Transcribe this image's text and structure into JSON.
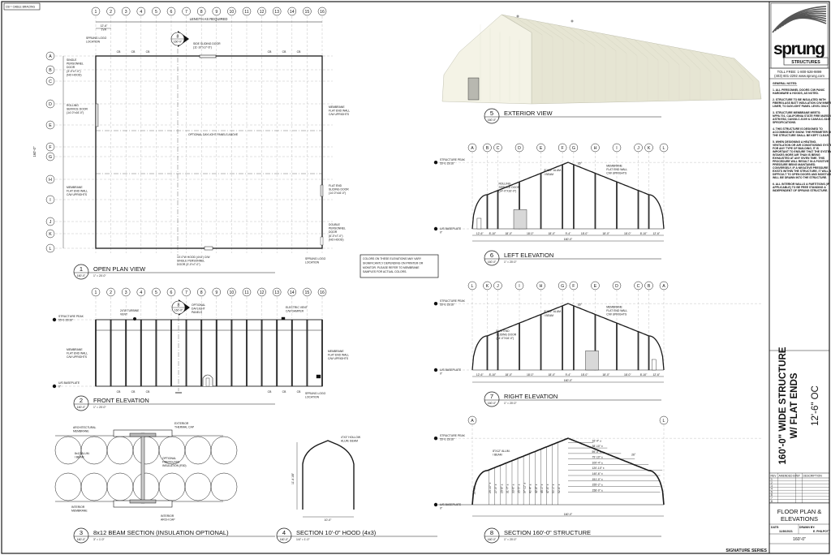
{
  "legend_box": "CB = CABLE BRACING",
  "grid_cols": [
    "1",
    "2",
    "3",
    "4",
    "5",
    "6",
    "7",
    "8",
    "9",
    "10",
    "11",
    "12",
    "13",
    "14",
    "15",
    "16"
  ],
  "grid_rows": [
    "A",
    "B",
    "C",
    "D",
    "E",
    "F",
    "G",
    "H",
    "I",
    "J",
    "K",
    "L"
  ],
  "grid_rows_reversed": [
    "L",
    "K",
    "J",
    "I",
    "H",
    "G",
    "F",
    "E",
    "D",
    "C",
    "B",
    "A"
  ],
  "cb": "CB",
  "section_ref": {
    "number": "8",
    "sheet": "160'-0\""
  },
  "plan": {
    "length": "LENGTH AS REQUIRED",
    "typ": [
      "12'-6\"",
      "TYP."
    ],
    "overall": "160'-0\"",
    "notes": [
      [
        "SPRUNG LOGO",
        "LOCATION"
      ],
      [
        "SIDE SLIDING DOOR",
        "(11'-10\"x17'-6\")"
      ],
      [
        "SINGLE",
        "PERSONNEL",
        "DOOR",
        "(3'-0\"x7'-0\")",
        "(NO HOOD)"
      ],
      [
        "ROLLING",
        "SERVICE DOOR",
        "(14'-0\"x16'-0\")"
      ],
      [
        "OPTIONAL DAYLIGHT PANELS ABOVE"
      ],
      [
        "MEMBRANE",
        "FLAT END WALL",
        "C/W UPRIGHTS"
      ],
      [
        "MEMBRANE",
        "FLAT END WALL",
        "C/W UPRIGHTS"
      ],
      [
        "FLAT END",
        "SLIDING DOOR",
        "(14'-0\"x16'-0\")"
      ],
      [
        "DOUBLE",
        "PERSONNEL",
        "DOOR",
        "(6'-0\"x7'-0\")",
        "(NO HOOD)"
      ],
      [
        "10'-0\"W HOOD (4'x3') C/W",
        "SINGLE PERSONNEL",
        "DOOR (3'-0\"x7'-0\")"
      ],
      [
        "SPRUNG LOGO",
        "LOCATION"
      ]
    ]
  },
  "front": {
    "peak": [
      "STRUCTURE PEAK",
      "55'-6 15/16\""
    ],
    "base": [
      "U/S BASEPLATE",
      "0\""
    ],
    "notes": [
      [
        "24\"Ø TURBINE",
        "VENT"
      ],
      [
        "OPTIONAL",
        "DAYLIGHT",
        "PANELS"
      ],
      [
        "ELECTRIC VENT",
        "C/W DAMPER"
      ],
      [
        "MEMBRANE",
        "FLAT END WALL",
        "C/W UPRIGHTS"
      ],
      [
        "MEMBRANE",
        "FLAT END WALL",
        "C/W UPRIGHTS"
      ],
      [
        "SPRUNG LOGO",
        "LOCATION"
      ]
    ]
  },
  "color_note": [
    "COLORS ON THESE ELEVATIONS MAY VARY",
    "SIGNIFICANTLY DEPENDING ON PRINTER OR",
    "MONITOR. PLEASE REFER TO MEMBRANE",
    "SAMPLES FOR ACTUAL COLORS."
  ],
  "elevation": {
    "peak": [
      "STRUCTURE PEAK",
      "55'-6 15/16\""
    ],
    "base": [
      "U/S BASEPLATE",
      "0\""
    ],
    "angle": "26°",
    "dims": [
      "12'-6\"",
      "8'-10\"",
      "18'-0\"",
      "18'-0\"",
      "18'-0\"",
      "9'-4\"",
      "18'-0\"",
      "18'-0\"",
      "18'-0\"",
      "8'-10\"",
      "12'-6\""
    ],
    "overall": "160'-0\"",
    "left_notes": [
      [
        "8\"X12\" ALUM.",
        "I BEAM"
      ],
      [
        "ROLLING",
        "SERVICE DOOR",
        "(14'-0\"X16'-0\")"
      ],
      [
        "MEMBRANE",
        "FLAT END WALL",
        "C/W UPRIGHTS"
      ]
    ],
    "right_notes": [
      [
        "8\"X12\" ALUM.",
        "I BEAM"
      ],
      [
        "FLAT END",
        "SLIDING DOOR",
        "(14'-0\"X16'-0\")"
      ],
      [
        "MEMBRANE",
        "FLAT END WALL",
        "C/W UPRIGHTS"
      ]
    ]
  },
  "section": {
    "beam": [
      "8\"X12\" ALUM.",
      "I BEAM"
    ],
    "angle": "26°",
    "overall": "160'-0\"",
    "side_height": "18'-11\"",
    "heights": [
      "25'-10\" ±",
      "27'-9\" ±",
      "29'-8\" ±",
      "31'-7\" ±",
      "33'-6\" ±",
      "35'-5\" ±",
      "37'-11\" ±",
      "40'-4\" ±",
      "42'-8\" ±",
      "45'-1\" ±",
      "47'-6\" ±",
      "50'-1\" ±",
      "52'-6\" ±"
    ],
    "widths": [
      "16'-4\" ±",
      "38'-10\" ±",
      "59'-4\" ±",
      "79'-10\" ±",
      "100'-4\" ±",
      "120'-10\" ±",
      "140'-6\" ±",
      "151'-0\" ±",
      "155'-2\" ±",
      "158'-0\" ±"
    ]
  },
  "beam_section": {
    "notes": [
      [
        "ARCHITECTURAL",
        "MEMBRANE"
      ],
      [
        "EXTERIOR",
        "THERMAL CAP"
      ],
      [
        "8x12 ALUM.",
        "I BEAM"
      ],
      [
        "OPTIONAL",
        "FIBERGLASS",
        "INSULATION (R30)"
      ],
      [
        "INTERIOR",
        "MEMBRANE"
      ],
      [
        "INTERIOR",
        "ARCH CAP"
      ]
    ]
  },
  "hood": {
    "beam": [
      "4\"X3\" HOLLOW",
      "ALUM. BEAM"
    ],
    "height": "11'-4 1/8\"",
    "width": "10'-0\""
  },
  "titles": [
    {
      "num": "1",
      "sheet": "160'-0\"",
      "title": "OPEN PLAN VIEW",
      "scale": "1\" = 20'-0\""
    },
    {
      "num": "2",
      "sheet": "160'-0\"",
      "title": "FRONT ELEVATION",
      "scale": "1\" = 20'-0\""
    },
    {
      "num": "3",
      "sheet": "160'-0\"",
      "title": "8x12 BEAM SECTION (INSULATION OPTIONAL)",
      "scale": "3\" = 1'-0\""
    },
    {
      "num": "4",
      "sheet": "160'-0\"",
      "title": "SECTION 10'-0\" HOOD (4x3)",
      "scale": "1/4\" = 1'-0\""
    },
    {
      "num": "5",
      "sheet": "160'-0\"",
      "title": "EXTERIOR VIEW",
      "scale": ""
    },
    {
      "num": "6",
      "sheet": "160'-0\"",
      "title": "LEFT ELEVATION",
      "scale": "1\" = 20'-0\""
    },
    {
      "num": "7",
      "sheet": "160'-0\"",
      "title": "RIGHT ELEVATION",
      "scale": "1\" = 20'-0\""
    },
    {
      "num": "8",
      "sheet": "160'-0\"",
      "title": "SECTION 160'-0\" STRUCTURE",
      "scale": "1\" = 20'-0\""
    }
  ],
  "title_block": {
    "logo": "sprung",
    "logo_sub": "STRUCTURES",
    "toll_free": "TOLL FREE: 1-800-528-9899",
    "contact": "(403) 601-2292 www.sprung.com",
    "notes_heading": "GENERAL NOTES:",
    "notes": [
      [
        "1. ALL PERSONNEL DOORS C/W PANIC",
        "HARDWARE & HOODS, AS NOTED."
      ],
      [
        "2. STRUCTURE TO BE INSULATED WITH",
        "FIBERGLASS BATT INSULATION C/W INNER",
        "LINER, TO DAYLIGHT PANEL LEVEL ONLY."
      ],
      [
        "3. STRUCTURE MEMBRANE MEETS:",
        "NFPA 701, CALIFORNIA STATE FIRE MARSHAL,",
        "ASTM E84, CAN/ULC-S109 & CAN/ULC-S102",
        "SPECIFICATIONS."
      ],
      [
        "4. THIS STRUCTURE IS DESIGNED TO",
        "ACCOMMODATE SNOW. THE PERIMETER OF",
        "THE STRUCTURE SHALL BE KEPT CLEAR."
      ],
      [
        "5. WHEN DESIGNING A HEATING,",
        "VENTILATION OR AIR CONDITIONING SYSTEM",
        "FOR ANY TYPE OF BUILDING, IT IS",
        "IMPORTANT TO ENSURE THAT THE SYSTEM",
        "INTAKES MORE AIR THAN IS BEING",
        "EXHAUSTED AT ANY GIVEN TIME. THIS",
        "PROCEDURE WILL RESULT IN A POSITIVE",
        "PRESSURE BEING MAINTAINED.",
        "CONVERSELY, IF A NEGATIVE PRESSURE",
        "EXISTS WITHIN THE STRUCTURE, IT WILL BE",
        "DIFFICULT TO OPEN DOORS AND MOISTURE",
        "WILL BE DRAWN INTO THE STRUCTURE."
      ],
      [
        "6. ALL INTERIOR WALLS & PARTITIONS (IF",
        "APPLICABLE) TO BE FREE STANDING &",
        "INDEPENDENT OF SPRUNG STRUCTURE."
      ]
    ],
    "project_title": [
      "160'-0\" WIDE STRUCTURE",
      "W/ FLAT ENDS"
    ],
    "spacing": "12'-6\" OC",
    "rev_headers": [
      "REV.",
      "AMENDED BY",
      "BY",
      "DESCRIPTION"
    ],
    "rev_rows": [
      "1",
      "2",
      "3",
      "4",
      "5",
      "6",
      "7",
      "8"
    ],
    "sheet_title": [
      "FLOOR PLAN &",
      "ELEVATIONS"
    ],
    "date_label": "DATE:",
    "date": "11/30/2021",
    "drawn_label": "DRAWN BY:",
    "drawn_by": "E. PHILPOTT",
    "size": "160'-0\""
  },
  "series": "SIGNATURE SERIES",
  "colors": {
    "line": "#1a1a1a",
    "grid": "#9a9a9a",
    "membrane": "#ecead8",
    "door_fill": "#d8d8d8"
  }
}
